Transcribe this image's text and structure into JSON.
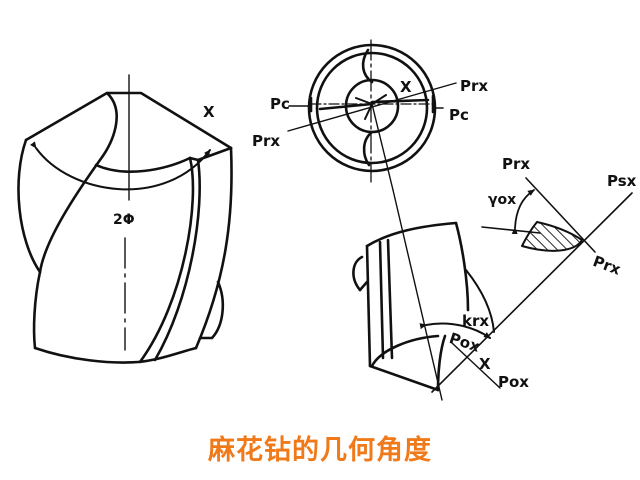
{
  "title": {
    "text": "麻花钻的几何角度",
    "color": "#f07a1a"
  },
  "left_view": {
    "labels": {
      "x": "X",
      "point_angle": "2Φ"
    }
  },
  "end_view": {
    "labels": {
      "pc_left": "Pc",
      "pc_right": "Pc",
      "prx_top_right": "Prx",
      "prx_left": "Prx",
      "x": "X"
    }
  },
  "section_view": {
    "labels": {
      "prx_top": "Prx",
      "psx": "Psx",
      "gamma_ox": "γox",
      "prx_bottom": "Prx",
      "krx": "krx",
      "pox_inner": "Pox",
      "x": "X",
      "pox_outer": "Pox"
    }
  },
  "colors": {
    "line": "#111111",
    "background": "#ffffff"
  }
}
